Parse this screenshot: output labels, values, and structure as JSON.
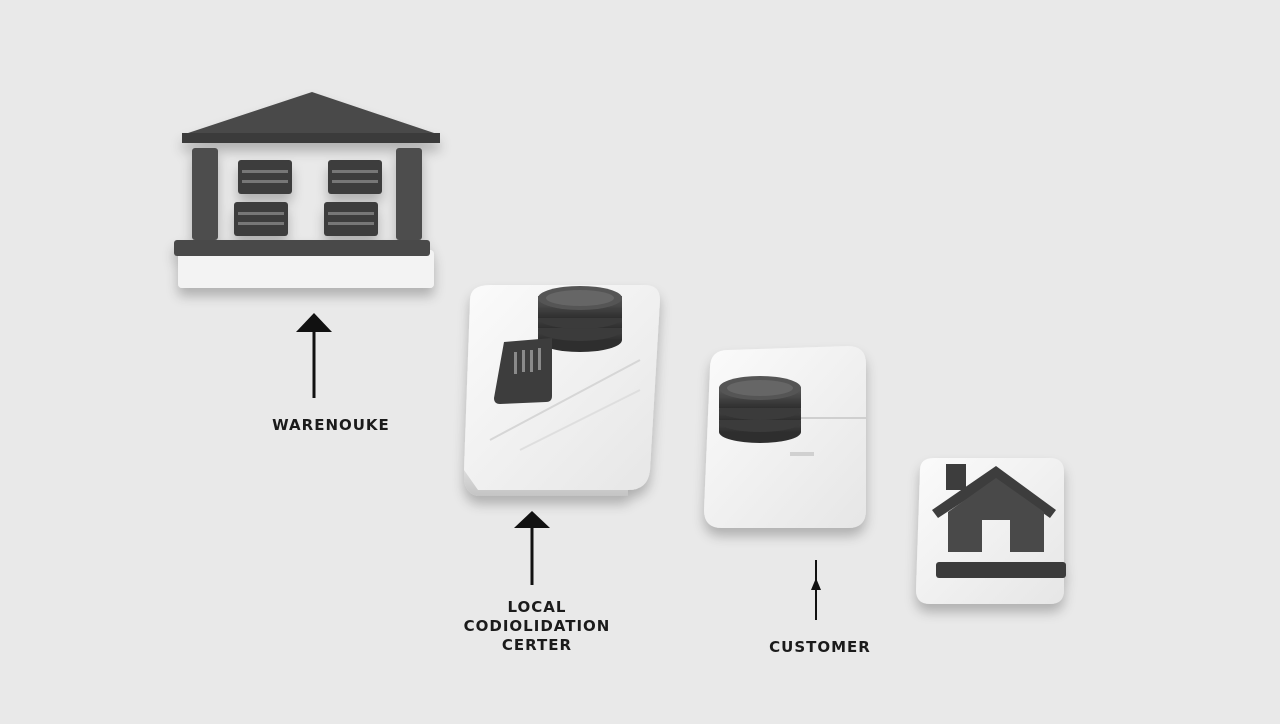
{
  "diagram": {
    "labels": {
      "warehouse": "WARENOUKE",
      "consolidation": [
        "LOCAL",
        "CODIOLIDATION",
        "CERTER"
      ],
      "customer": "CUSTOMER"
    },
    "colors": {
      "background": "#e9e9e9",
      "icon_dark": "#4a4a4a",
      "icon_darker": "#2f2f2f",
      "block": "#f4f4f4",
      "block_side": "#d2d2d2",
      "arrow": "#111111"
    },
    "nodes": [
      {
        "name": "warehouse",
        "icon": "warehouse-icon"
      },
      {
        "name": "local-consolidation-center",
        "icon": "coin-stack-icon"
      },
      {
        "name": "transfer-station",
        "icon": "coin-stack-icon"
      },
      {
        "name": "customer-home",
        "icon": "house-icon"
      }
    ]
  }
}
